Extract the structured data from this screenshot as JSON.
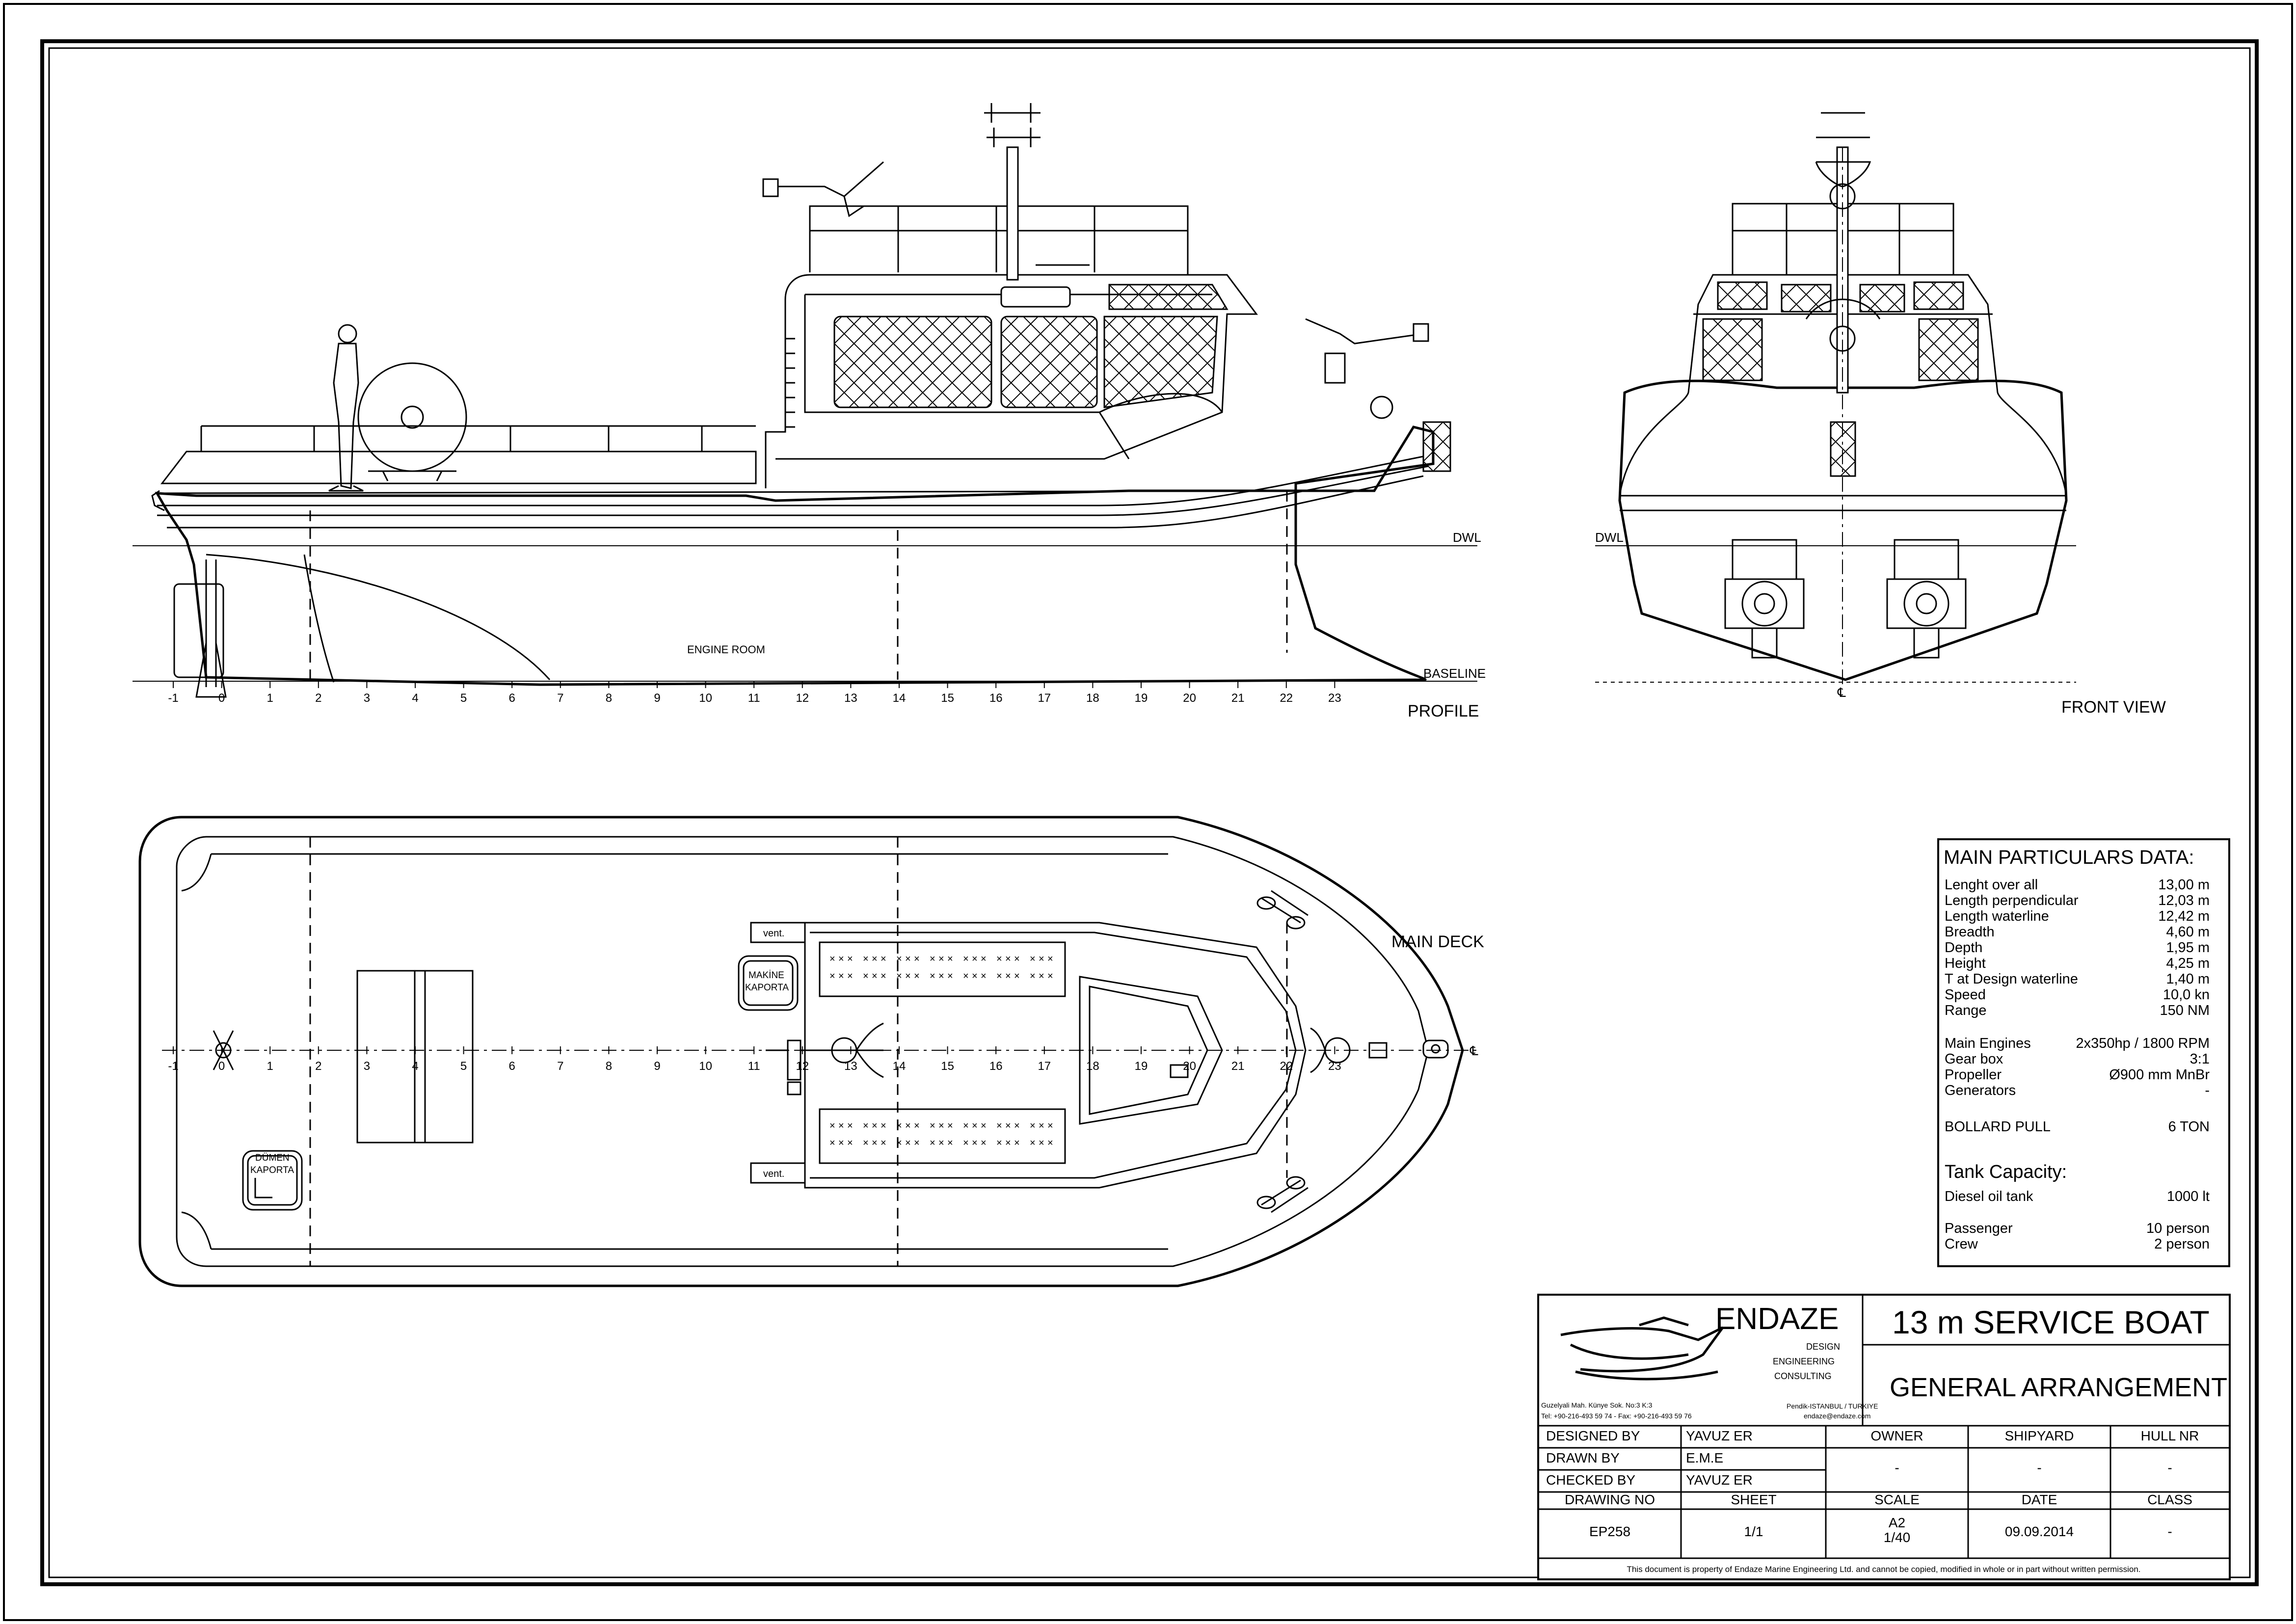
{
  "views": {
    "profile": "PROFILE",
    "front": "FRONT VIEW",
    "main_deck": "MAIN DECK"
  },
  "profile_labels": {
    "dwl": "DWL",
    "baseline": "BASELINE",
    "engine_room": "ENGINE ROOM"
  },
  "front_labels": {
    "dwl": "DWL",
    "centerline": "℄"
  },
  "deck_labels": {
    "vent_top": "vent.",
    "vent_bottom": "vent.",
    "makine_1": "MAKİNE",
    "makine_2": "KAPORTA",
    "dumen_1": "DÜMEN",
    "dumen_2": "KAPORTA",
    "centerline": "℄"
  },
  "frames": [
    "-1",
    "0",
    "1",
    "2",
    "3",
    "4",
    "5",
    "6",
    "7",
    "8",
    "9",
    "10",
    "11",
    "12",
    "13",
    "14",
    "15",
    "16",
    "17",
    "18",
    "19",
    "20",
    "21",
    "22",
    "23"
  ],
  "deck_frames": [
    "-1",
    "0",
    "1",
    "2",
    "3",
    "4",
    "5",
    "6",
    "7",
    "8",
    "9",
    "10",
    "11",
    "12",
    "13",
    "14",
    "15",
    "16",
    "17",
    "18",
    "19",
    "20",
    "21",
    "22",
    "23"
  ],
  "particulars": {
    "title": "MAIN PARTICULARS DATA:",
    "rows": [
      {
        "label": "Lenght over all",
        "value": "13,00 m"
      },
      {
        "label": "Length perpendicular",
        "value": "12,03 m"
      },
      {
        "label": "Length waterline",
        "value": "12,42 m"
      },
      {
        "label": "Breadth",
        "value": "4,60 m"
      },
      {
        "label": "Depth",
        "value": "1,95 m"
      },
      {
        "label": "Height",
        "value": "4,25 m"
      },
      {
        "label": "T at Design waterline",
        "value": "1,40 m"
      },
      {
        "label": "Speed",
        "value": "10,0 kn"
      },
      {
        "label": "Range",
        "value": "150 NM"
      }
    ],
    "rows2": [
      {
        "label": "Main Engines",
        "value": "2x350hp / 1800 RPM"
      },
      {
        "label": "Gear box",
        "value": "3:1"
      },
      {
        "label": "Propeller",
        "value": "Ø900 mm MnBr"
      },
      {
        "label": "Generators",
        "value": "-"
      }
    ],
    "bollard": {
      "label": "BOLLARD PULL",
      "value": "6 TON"
    },
    "tank_title": "Tank Capacity:",
    "tank_rows": [
      {
        "label": "Diesel oil tank",
        "value": "1000 lt"
      }
    ],
    "people_rows": [
      {
        "label": "Passenger",
        "value": "10 person"
      },
      {
        "label": "Crew",
        "value": "2 person"
      }
    ]
  },
  "title_block": {
    "company": "ENDAZE",
    "tagline1": "DESIGN",
    "tagline2": "ENGINEERING",
    "tagline3": "CONSULTING",
    "address1": "Guzelyali Mah. Künye Sok. No:3 K:3",
    "address2": "Tel: +90-216-493 59 74 - Fax: +90-216-493 59 76",
    "city": "Pendik-ISTANBUL / TURKIYE",
    "email": "endaze@endaze.com",
    "project": "13 m SERVICE BOAT",
    "drawing_title": "GENERAL ARRANGEMENT",
    "designed_by_label": "DESIGNED BY",
    "designed_by": "YAVUZ ER",
    "drawn_by_label": "DRAWN BY",
    "drawn_by": "E.M.E",
    "checked_by_label": "CHECKED BY",
    "checked_by": "YAVUZ ER",
    "owner_label": "OWNER",
    "owner": "-",
    "shipyard_label": "SHIPYARD",
    "shipyard": "-",
    "hull_label": "HULL NR",
    "hull": "-",
    "drawing_no_label": "DRAWING NO",
    "drawing_no": "EP258",
    "sheet_label": "SHEET",
    "sheet": "1/1",
    "scale_label": "SCALE",
    "scale1": "A2",
    "scale2": "1/40",
    "date_label": "DATE",
    "date": "09.09.2014",
    "class_label": "CLASS",
    "class": "-",
    "disclaimer": "This document is property of  Endaze Marine Engineering Ltd. and cannot be copied, modified in whole or in part without written permission."
  }
}
